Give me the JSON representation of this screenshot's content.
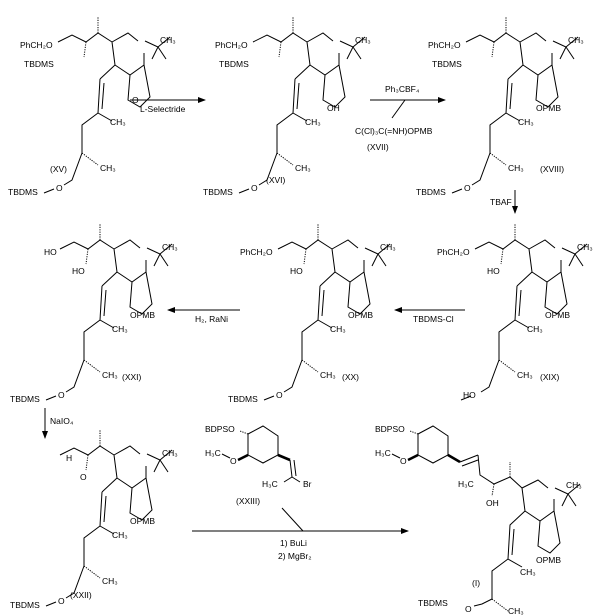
{
  "compounds": {
    "XV": {
      "label": "(XV)",
      "top": "PhCH₂O",
      "o_top": "TBDMS",
      "ring_sub": "O",
      "bottom": "TBDMS"
    },
    "XVI": {
      "label": "(XVI)",
      "top": "PhCH₂O",
      "o_top": "TBDMS",
      "ring_sub": "OH",
      "bottom": "TBDMS"
    },
    "XVIII": {
      "label": "(XVIII)",
      "top": "PhCH₂O",
      "o_top": "TBDMS",
      "ring_sub": "OPMB",
      "bottom": "TBDMS"
    },
    "XIX": {
      "label": "(XIX)",
      "top": "PhCH₂O",
      "o_top": "HO",
      "ring_sub": "OPMB",
      "bottom": "HO"
    },
    "XX": {
      "label": "(XX)",
      "top": "PhCH₂O",
      "o_top": "HO",
      "ring_sub": "OPMB",
      "bottom": "TBDMS"
    },
    "XXI": {
      "label": "(XXI)",
      "top": "HO",
      "o_top": "HO",
      "ring_sub": "OPMB",
      "bottom": "TBDMS"
    },
    "XXII": {
      "label": "(XXII)",
      "top": "H",
      "o_top": "O",
      "ring_sub": "OPMB",
      "bottom": "TBDMS"
    },
    "XXIII": {
      "label": "(XXIII)",
      "silyl": "BDPSO",
      "methoxy": "H₃C",
      "o": "O",
      "methyl": "H₃C",
      "halide": "Br"
    },
    "I": {
      "label": "(I)",
      "silyl": "BDPSO",
      "methoxy": "H₃C",
      "o": "O",
      "methyl": "H₃C",
      "oh": "OH",
      "ring_sub": "OPMB",
      "bottom": "TBDMS"
    }
  },
  "atoms": {
    "methyl": "CH₃",
    "oxygen": "O"
  },
  "reagents": {
    "step1": "L-Selectride",
    "step2": "Ph₃CBF₄",
    "step2b": "C(Cl)₃C(=NH)OPMB",
    "step2_label": "(XVII)",
    "step3": "TBAF",
    "step4": "TBDMS-Cl",
    "step5": "H₂, RaNi",
    "step6": "NaIO₄",
    "step7a": "1) BuLi",
    "step7b": "2) MgBr₂"
  }
}
